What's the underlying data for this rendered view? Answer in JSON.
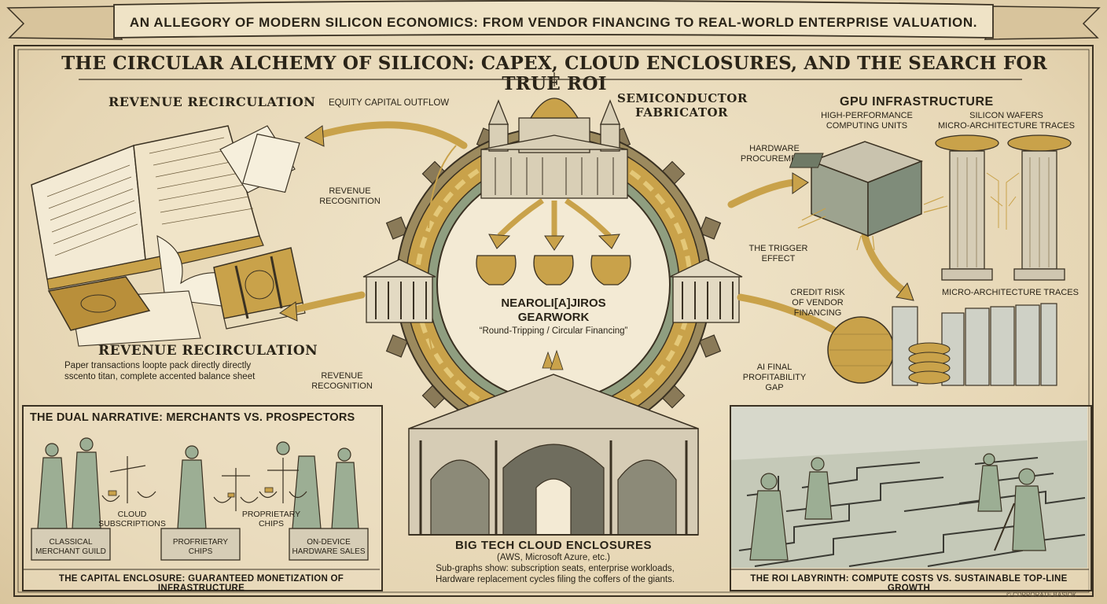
{
  "banner": {
    "subtitle": "AN ALLEGORY OF MODERN SILICON ECONOMICS: FROM VENDOR FINANCING TO REAL-WORLD ENTERPRISE VALUATION.",
    "title": "THE CIRCULAR ALCHEMY OF SILICON: CAPEX, CLOUD ENCLOSURES, AND THE SEARCH FOR TRUE ROI"
  },
  "left": {
    "heading_top": "REVENUE RECIRCULATION",
    "heading_bottom": "REVENUE RECIRCULATION",
    "desc_line1": "Paper transactions loopte pack directly directly",
    "desc_line2": "sscento titan, complete accented balance sheet"
  },
  "center": {
    "fabricator_line1": "SEMICONDUCTOR",
    "fabricator_line2": "FABRICATOR",
    "gear_title_line1": "NEAROLI[A]JIROS",
    "gear_title_line2": "GEARWORK",
    "gear_subtitle": "“Round-Tripping / Circular Financing”",
    "enclosure_title": "BIG TECH CLOUD ENCLOSURES",
    "enclosure_sub": "(AWS, Microsoft Azure, etc.)",
    "enclosure_desc1": "Sub-graphs show: subscription seats, enterprise workloads,",
    "enclosure_desc2": "Hardware replacement cycles filing the coffers of the giants."
  },
  "flow_labels": {
    "equity": "EQUITY CAPITAL OUTFLOW",
    "rev_rec_top_1": "REVENUE",
    "rev_rec_top_2": "RECOGNITION",
    "rev_rec_bot_1": "REVENUE",
    "rev_rec_bot_2": "RECOGNITION",
    "hw_proc_1": "HARDWARE",
    "hw_proc_2": "PROCUREMENT",
    "trigger_1": "THE TRIGGER",
    "trigger_2": "EFFECT",
    "credit_1": "CREDIT RISK",
    "credit_2": "OF VENDOR",
    "credit_3": "FINANCING",
    "ai_1": "AI FINAL",
    "ai_2": "PROFITABILITY",
    "ai_3": "GAP"
  },
  "right": {
    "heading": "GPU INFRASTRUCTURE",
    "hpc_1": "HIGH-PERFORMANCE",
    "hpc_2": "COMPUTING UNITS",
    "wafers_1": "SILICON WAFERS",
    "wafers_2": "MICRO-ARCHITECTURE TRACES",
    "traces": "MICRO-ARCHITECTURE TRACES"
  },
  "panel_left": {
    "title": "THE DUAL NARRATIVE: MERCHANTS VS. PROSPECTORS",
    "cloud_1": "CLOUD",
    "cloud_2": "SUBSCRIPTIONS",
    "prop_top_1": "PROPRIETARY",
    "prop_top_2": "CHIPS",
    "plinth1_1": "CLASSICAL",
    "plinth1_2": "MERCHANT GUILD",
    "plinth2_1": "PROFRIETARY",
    "plinth2_2": "CHIPS",
    "plinth3_1": "ON-DEVICE",
    "plinth3_2": "HARDWARE SALES",
    "caption": "THE CAPITAL ENCLOSURE: GUARANTEED MONETIZATION OF INFRASTRUCTURE"
  },
  "panel_right": {
    "caption": "THE ROI LABYRINTH: COMPUTE COSTS VS. SUSTAINABLE TOP-LINE GROWTH"
  },
  "footer": {
    "mark": "© CDPPORATE BASIOK"
  },
  "colors": {
    "ink": "#2a2418",
    "parchment": "#e9dcc0",
    "gold": "#c9a24a",
    "green": "#7f9a7c",
    "stone": "#cfc6b0"
  }
}
